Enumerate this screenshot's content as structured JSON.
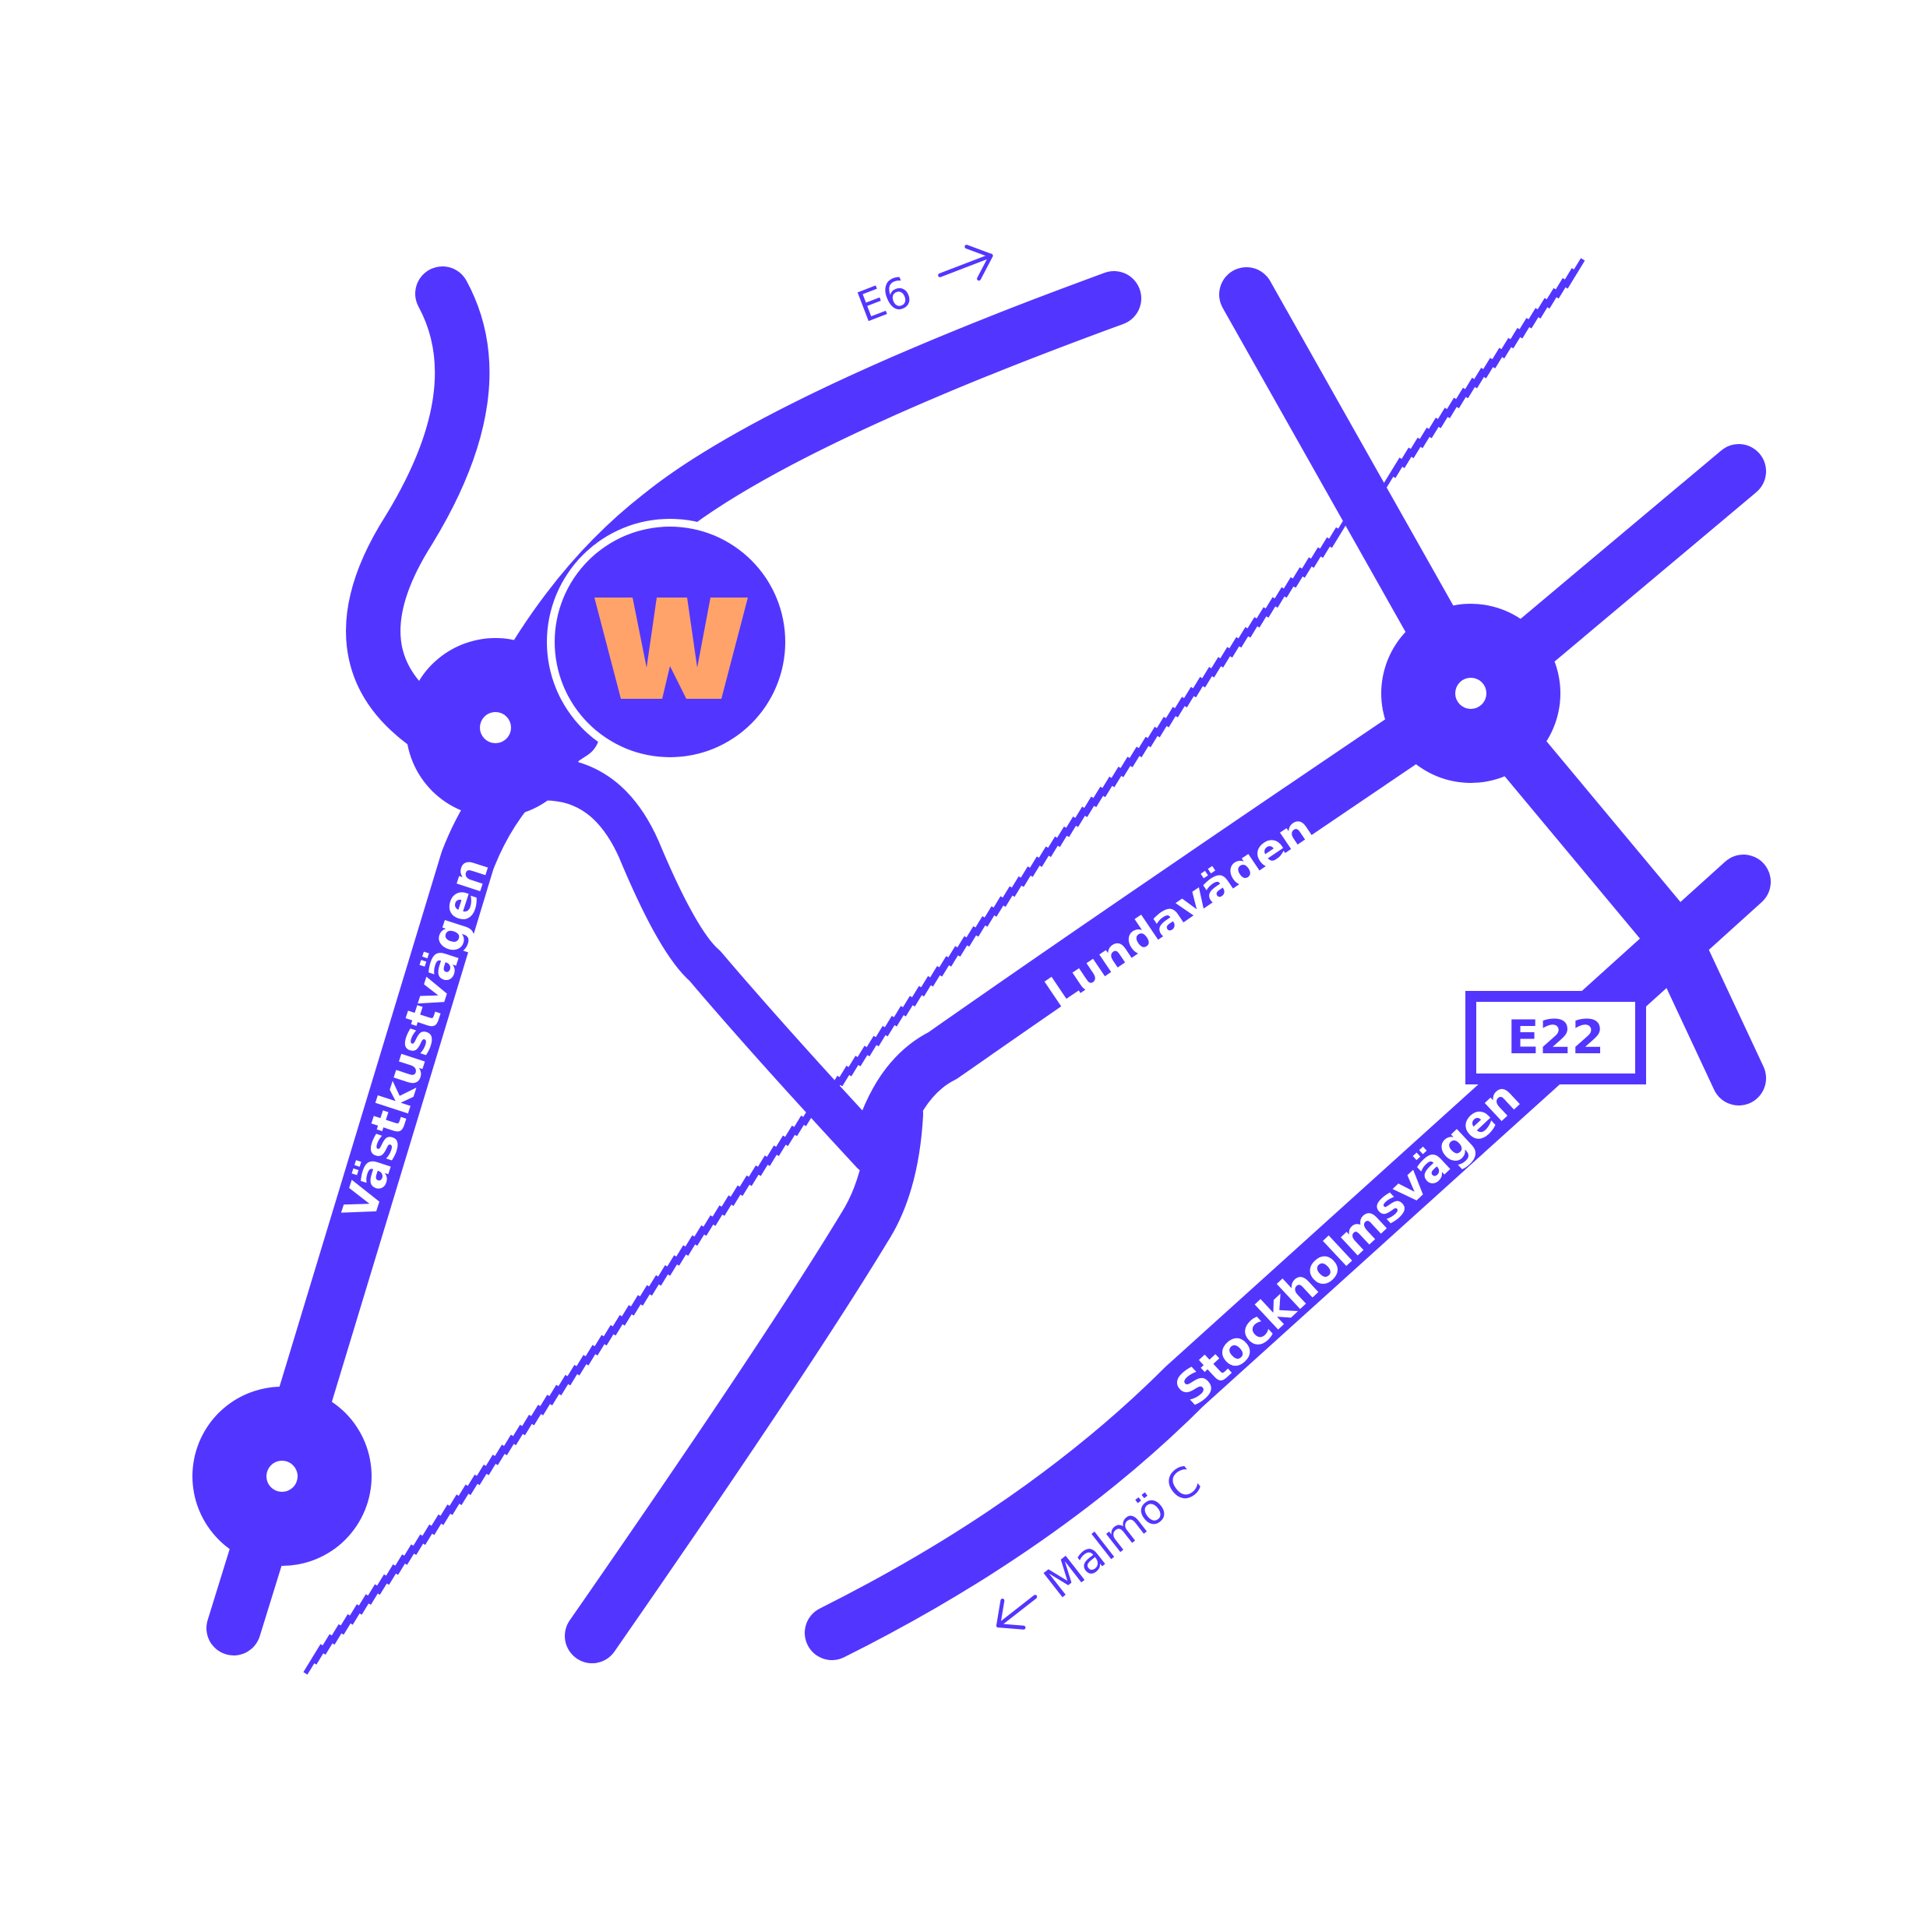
{
  "colors": {
    "road": "#5236ff",
    "background": "#ffffff",
    "logo_letter": "#ffa36a",
    "node_center": "#ffffff"
  },
  "map": {
    "road_labels": {
      "vastkustvagen": "Västkustvägen",
      "lundavagen": "Lundavägen",
      "stockholmsvagen": "Stockholmsvägen"
    },
    "destinations": {
      "e6": "E6",
      "malmo": "Malmö C"
    },
    "route_badge": "E22",
    "logo_letter": "W",
    "icons": {
      "arrow_e6": "arrow-right-icon",
      "arrow_malmo": "arrow-left-icon",
      "railway": "railway-track",
      "roundabout": "roundabout-icon",
      "logo": "w-logo-icon"
    }
  }
}
